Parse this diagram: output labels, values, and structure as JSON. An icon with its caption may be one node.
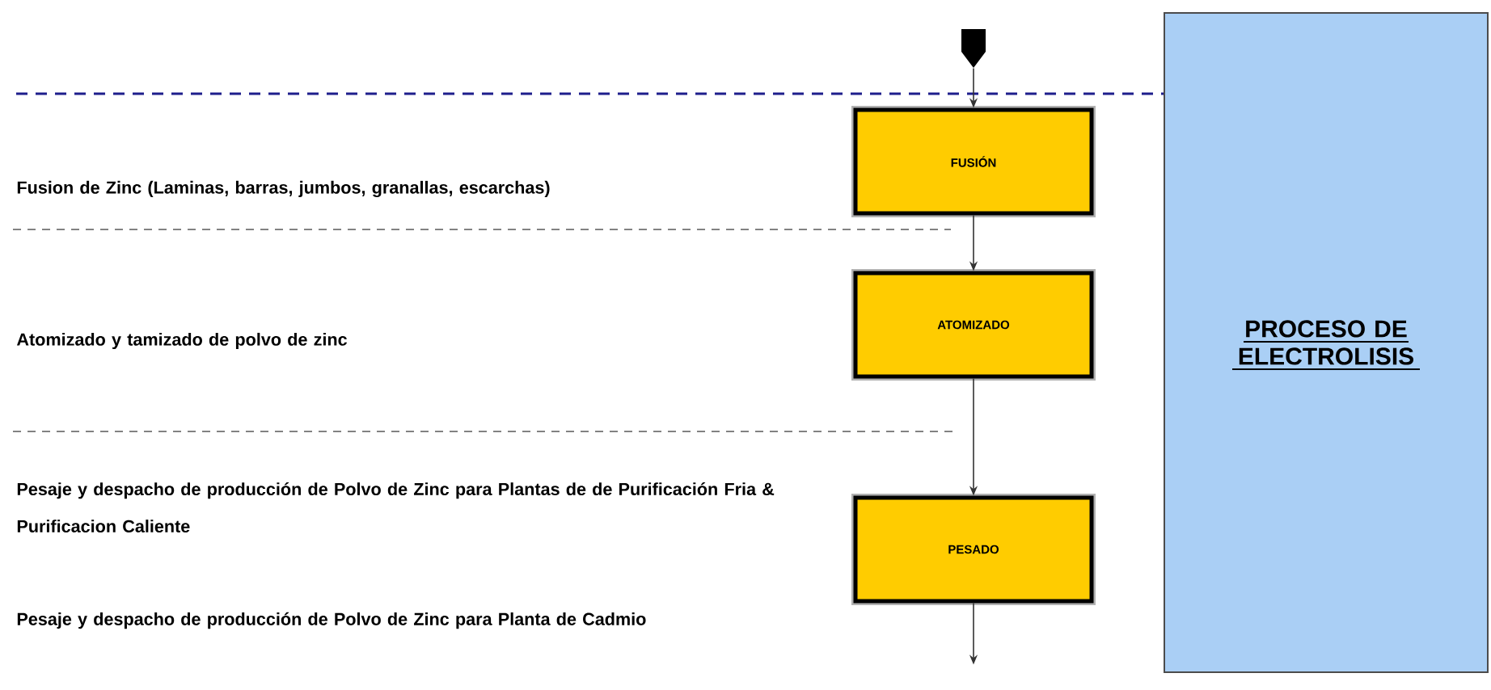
{
  "diagram": {
    "nodes": [
      {
        "text": [],
        "shape": "pentagon"
      },
      {
        "text": [
          "FUSIÓN"
        ]
      },
      {
        "text": [
          "ATOMIZADO"
        ]
      },
      {
        "text": [
          "PESADO"
        ]
      },
      {
        "text": [
          "PROCESO DE ELECTROLISIS"
        ]
      }
    ],
    "edges": [
      {
        "from": 0,
        "to": 1,
        "arrow": "to"
      },
      {
        "from": 1,
        "to": 2,
        "arrow": "to"
      },
      {
        "from": 2,
        "to": 3,
        "arrow": "to"
      },
      {
        "from": 3,
        "to": null,
        "arrow": "to"
      }
    ],
    "labels": [
      "Fusion de Zinc (Laminas, barras, jumbos, granallas, escarchas)",
      "Atomizado y tamizado de polvo de zinc",
      "Pesaje y despacho de producción de Polvo de Zinc para Plantas de de Purificación Fria & Purificacion Caliente",
      "Pesaje y despacho de producción de Polvo de Zinc para Planta de Cadmio"
    ]
  }
}
